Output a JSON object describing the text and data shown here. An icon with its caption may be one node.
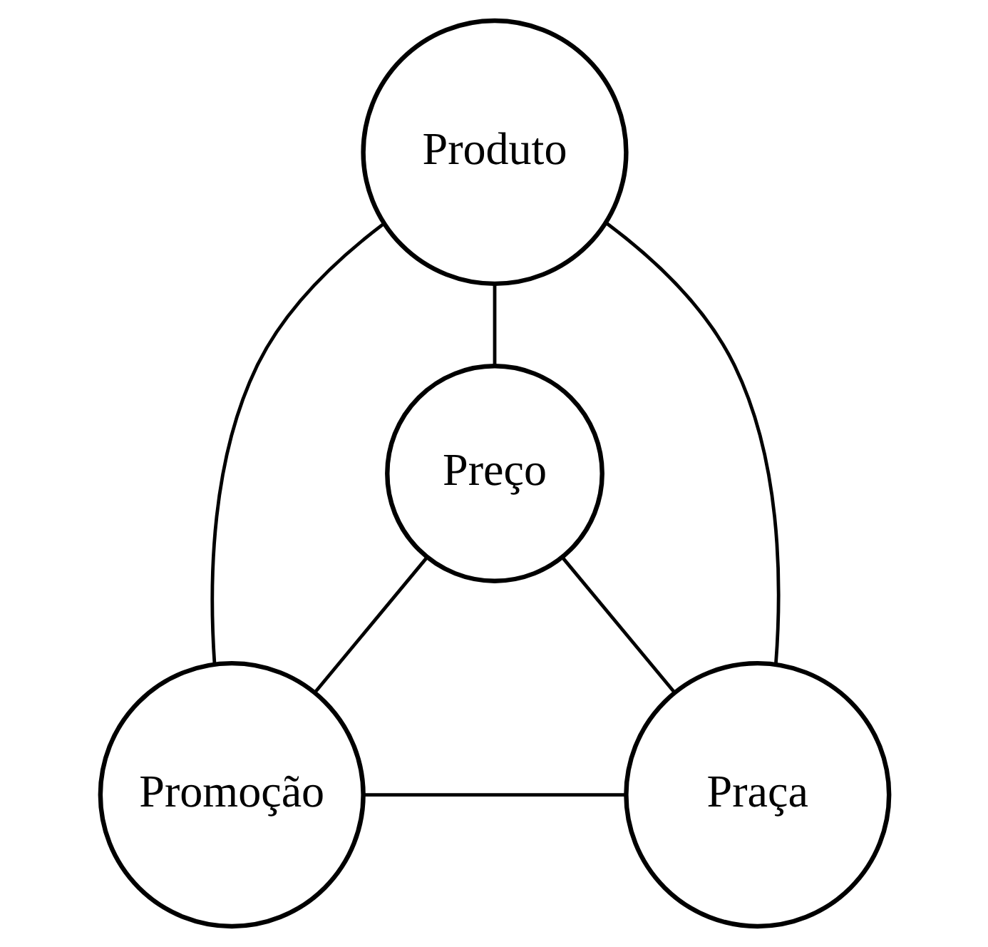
{
  "diagram": {
    "nodes": [
      {
        "text": [
          "Produto"
        ]
      },
      {
        "text": [
          "Preço"
        ]
      },
      {
        "text": [
          "Promoção"
        ]
      },
      {
        "text": [
          "Praça"
        ]
      }
    ],
    "edges": [
      {
        "from": 0,
        "to": 1,
        "arrow": "none"
      },
      {
        "from": 0,
        "to": 2,
        "arrow": "none"
      },
      {
        "from": 0,
        "to": 3,
        "arrow": "none"
      },
      {
        "from": 1,
        "to": 2,
        "arrow": "none"
      },
      {
        "from": 1,
        "to": 3,
        "arrow": "none"
      },
      {
        "from": 2,
        "to": 3,
        "arrow": "none"
      }
    ]
  }
}
